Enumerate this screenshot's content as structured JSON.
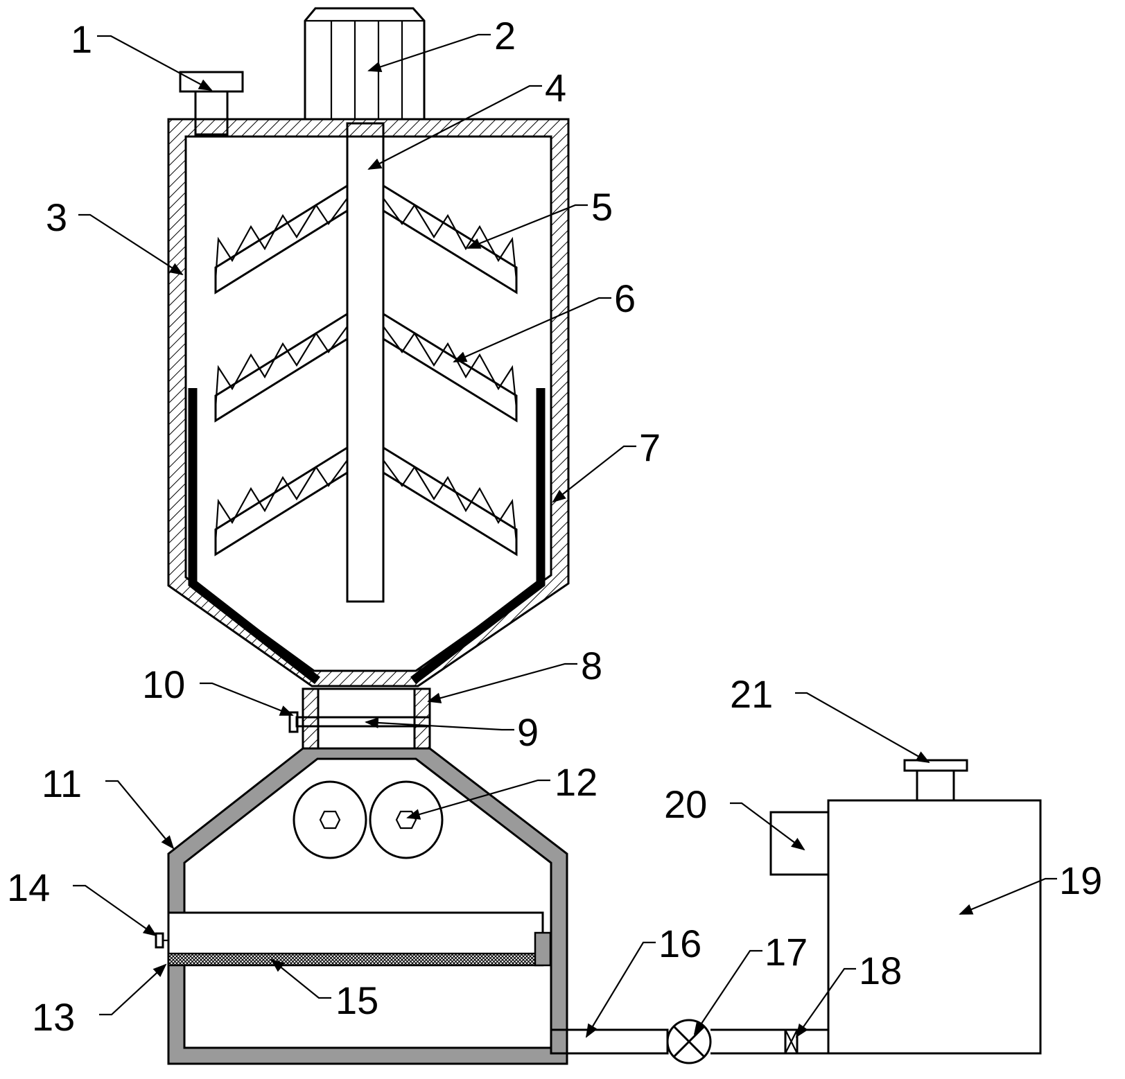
{
  "labels": {
    "l1": "1",
    "l2": "2",
    "l3": "3",
    "l4": "4",
    "l5": "5",
    "l6": "6",
    "l7": "7",
    "l8": "8",
    "l9": "9",
    "l10": "10",
    "l11": "11",
    "l12": "12",
    "l13": "13",
    "l14": "14",
    "l15": "15",
    "l16": "16",
    "l17": "17",
    "l18": "18",
    "l19": "19",
    "l20": "20",
    "l21": "21"
  },
  "colors": {
    "stroke": "#000000",
    "fill": "#ffffff"
  }
}
